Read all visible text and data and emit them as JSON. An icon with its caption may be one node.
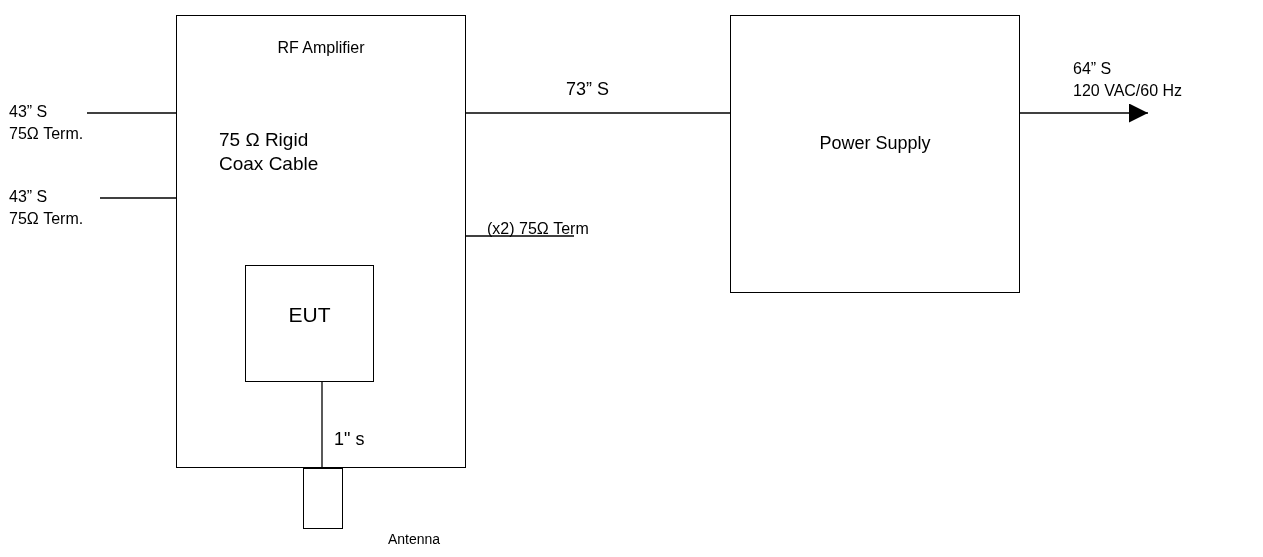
{
  "diagram": {
    "nodes": [
      {
        "text": [
          "RF Amplifier",
          "75 Ω Rigid Coax Cable"
        ]
      },
      {
        "text": [
          "EUT"
        ],
        "in": 0
      },
      {
        "text": [],
        "shape": "box",
        "beside": [
          "Antenna"
        ]
      },
      {
        "text": [
          "Power Supply"
        ]
      },
      {
        "text": [
          "43” S",
          "75Ω Term."
        ]
      },
      {
        "text": [
          "43” S",
          "75Ω Term."
        ]
      },
      {
        "text": [
          "(x2) 75Ω Term"
        ]
      },
      {
        "text": [
          "64” S",
          "120 VAC/60 Hz"
        ]
      }
    ],
    "edges": [
      {
        "from": 4,
        "to": 0,
        "arrow": "none"
      },
      {
        "from": 5,
        "to": 0,
        "arrow": "none"
      },
      {
        "from": 0,
        "to": 3,
        "arrow": "none",
        "label": "73” S"
      },
      {
        "from": 0,
        "to": 6,
        "arrow": "none"
      },
      {
        "from": 3,
        "to": 7,
        "arrow": "to"
      },
      {
        "from": 1,
        "to": 2,
        "arrow": "none",
        "label": "1\" s"
      }
    ]
  }
}
